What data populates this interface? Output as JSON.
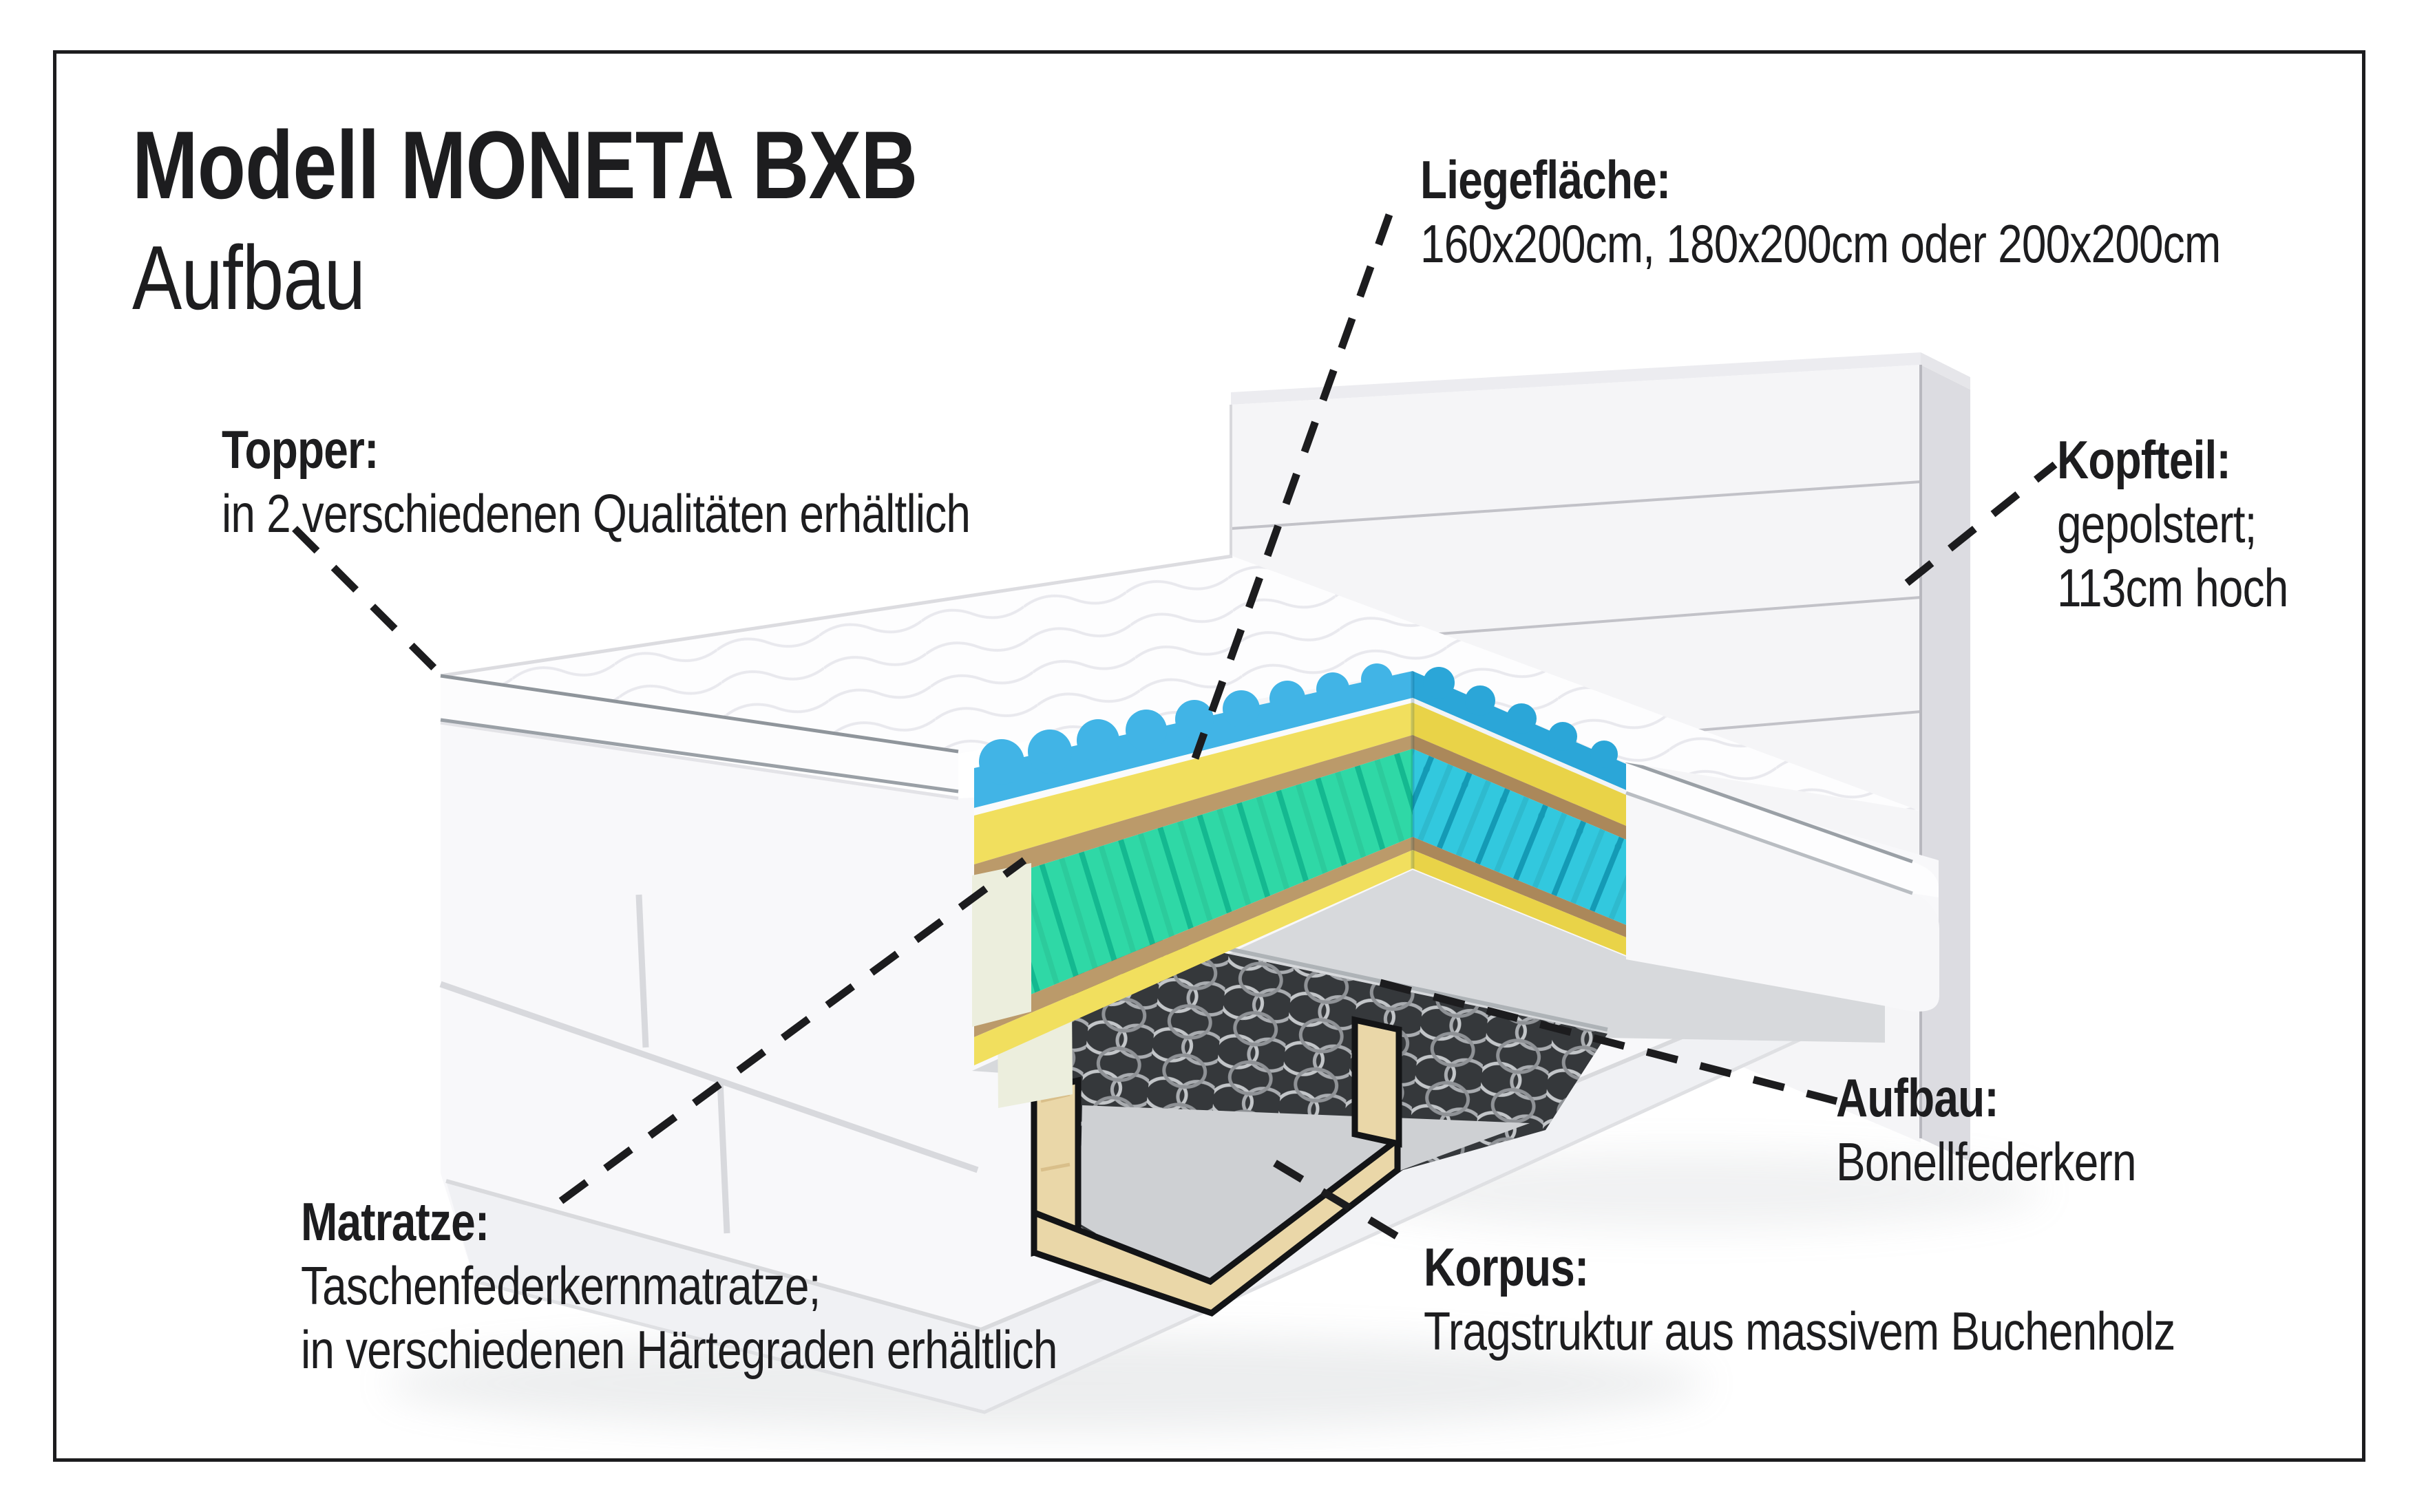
{
  "title": {
    "line1": "Modell MONETA BXB",
    "line2": "Aufbau"
  },
  "labels": {
    "liegeflaeche": {
      "heading": "Liegefläche:",
      "body": "160x200cm, 180x200cm oder 200x200cm"
    },
    "topper": {
      "heading": "Topper:",
      "body": "in 2 verschiedenen Qualitäten erhältlich"
    },
    "kopfteil": {
      "heading": "Kopfteil:",
      "body1": "gepolstert;",
      "body2": "113cm hoch"
    },
    "aufbau": {
      "heading": "Aufbau:",
      "body": "Bonellfederkern"
    },
    "matratze": {
      "heading": "Matratze:",
      "body1": "Taschenfederkernmatratze;",
      "body2": "in verschiedenen Härtegraden erhältlich"
    },
    "korpus": {
      "heading": "Korpus:",
      "body": "Tragstruktur aus massivem Buchenholz"
    }
  },
  "colors": {
    "gel-blue": "#41b4e6",
    "gel-blue-dark": "#2ba6d8",
    "foam-yellow": "#f1df5e",
    "foam-yellow-dark": "#e9d348",
    "felt-tan": "#bb9a6a",
    "felt-tan-dark": "#ab885a",
    "pocket-green": "#2fd8a6",
    "pocket-green-gap": "#14b890",
    "pocket-cyan": "#32c8de",
    "pocket-cyan-gap": "#149ab5",
    "foam-cream": "#eceedd",
    "wood-beech": "#ead7a8",
    "line-black": "#1c1c1e"
  }
}
